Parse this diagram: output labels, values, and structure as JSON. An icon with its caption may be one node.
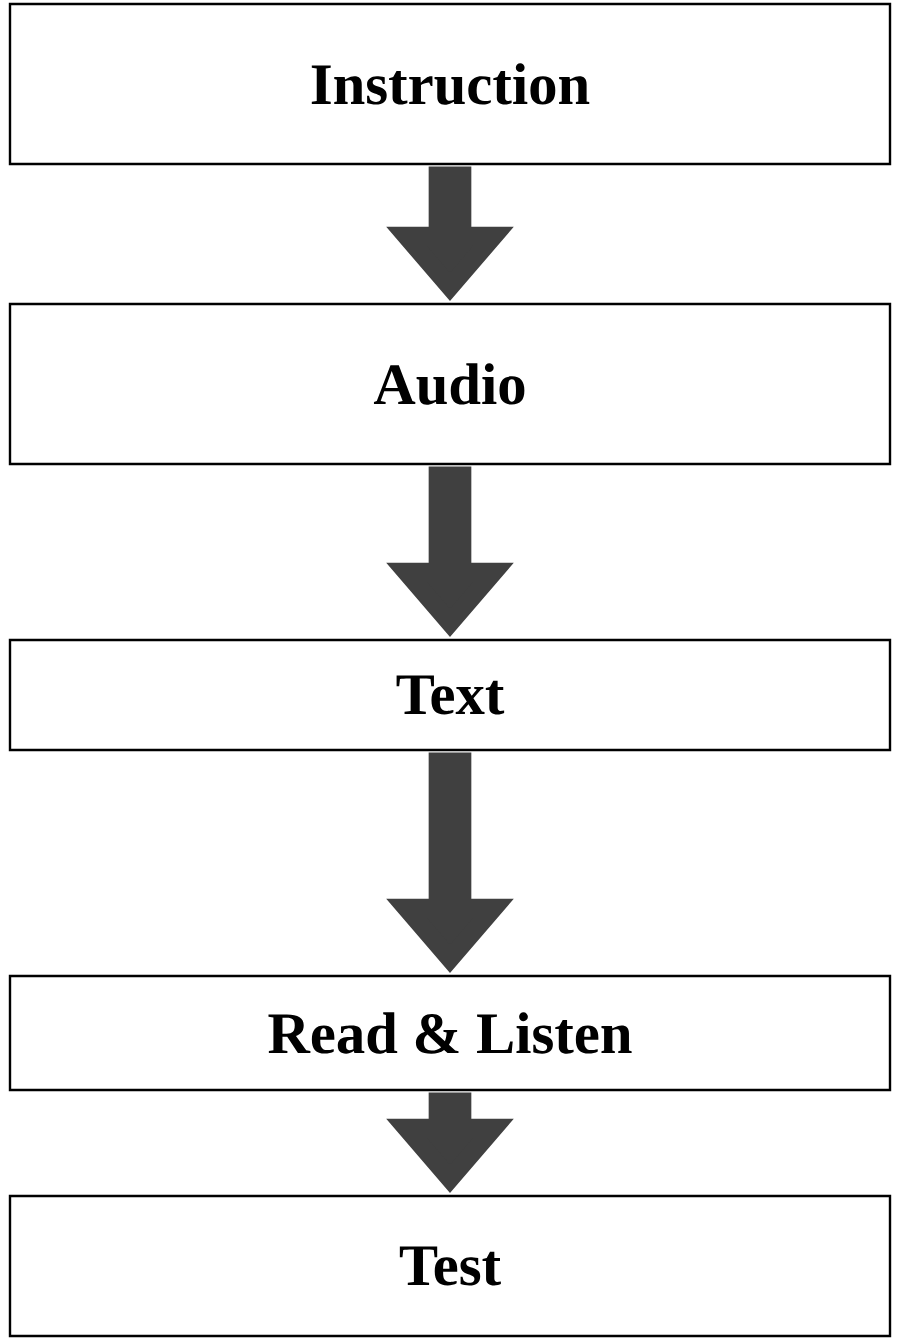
{
  "diagram": {
    "nodes": [
      {
        "text": [
          "Instruction"
        ]
      },
      {
        "text": [
          "Audio"
        ]
      },
      {
        "text": [
          "Text"
        ]
      },
      {
        "text": [
          "Read & Listen"
        ]
      },
      {
        "text": [
          "Test"
        ]
      }
    ],
    "edges": [
      {
        "from": 0,
        "to": 1,
        "arrow": "to"
      },
      {
        "from": 1,
        "to": 2,
        "arrow": "to"
      },
      {
        "from": 2,
        "to": 3,
        "arrow": "to"
      },
      {
        "from": 3,
        "to": 4,
        "arrow": "to"
      }
    ]
  }
}
